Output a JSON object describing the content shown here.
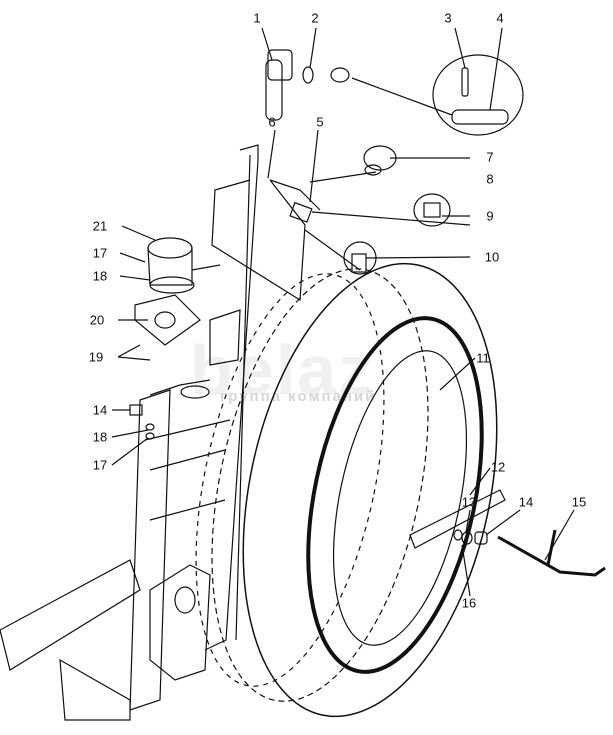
{
  "diagram": {
    "callouts": [
      {
        "id": "c1",
        "text": "1"
      },
      {
        "id": "c2",
        "text": "2"
      },
      {
        "id": "c3",
        "text": "3"
      },
      {
        "id": "c4",
        "text": "4"
      },
      {
        "id": "c6",
        "text": "6"
      },
      {
        "id": "c5",
        "text": "5"
      },
      {
        "id": "c7",
        "text": "7"
      },
      {
        "id": "c8",
        "text": "8"
      },
      {
        "id": "c9",
        "text": "9"
      },
      {
        "id": "c10",
        "text": "10"
      },
      {
        "id": "c21",
        "text": "21"
      },
      {
        "id": "c17a",
        "text": "17"
      },
      {
        "id": "c18a",
        "text": "18"
      },
      {
        "id": "c20",
        "text": "20"
      },
      {
        "id": "c19",
        "text": "19"
      },
      {
        "id": "c14a",
        "text": "14"
      },
      {
        "id": "c18b",
        "text": "18"
      },
      {
        "id": "c17b",
        "text": "17"
      },
      {
        "id": "c11",
        "text": "11"
      },
      {
        "id": "c12",
        "text": "12"
      },
      {
        "id": "c13",
        "text": "13"
      },
      {
        "id": "c14b",
        "text": "14"
      },
      {
        "id": "c15",
        "text": "15"
      },
      {
        "id": "c16",
        "text": "16"
      }
    ],
    "watermark": {
      "logo": "belaz",
      "subtitle": "группа компаний"
    }
  }
}
